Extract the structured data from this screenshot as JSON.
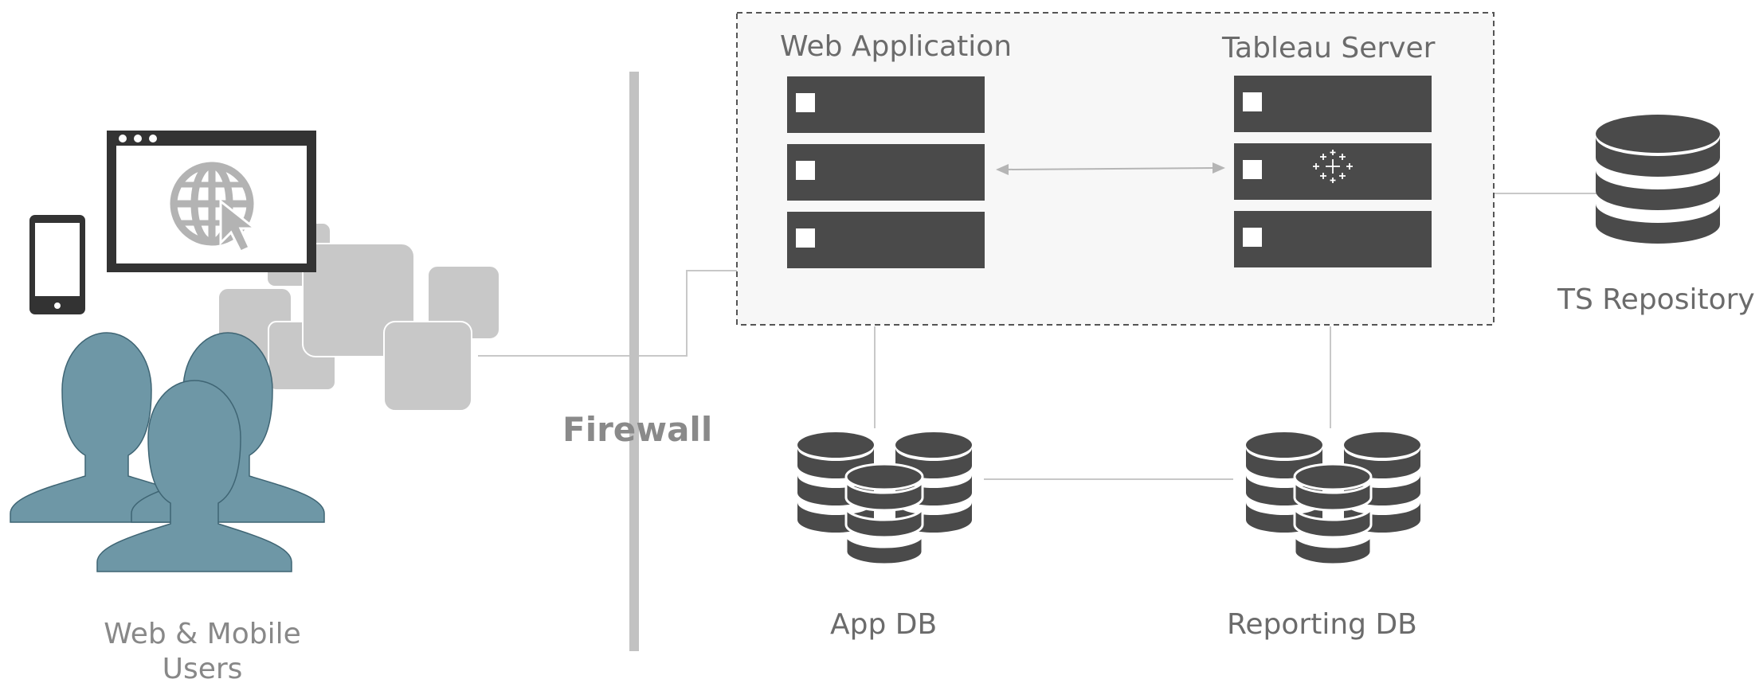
{
  "labels": {
    "web_application": "Web Application",
    "tableau_server": "Tableau Server",
    "ts_repository": "TS Repository",
    "firewall": "Firewall",
    "users_line1": "Web & Mobile",
    "users_line2": "Users",
    "app_db": "App DB",
    "reporting_db": "Reporting DB"
  },
  "colors": {
    "server": "#4a4a4a",
    "users": "#6e97a6",
    "users_outline": "#3f6574",
    "tiles": "#c8c8c8",
    "firewall": "#c2c2c2",
    "connector": "#c8c8c8",
    "box_border": "#555555",
    "box_fill": "#f7f7f7",
    "label": "#6b6b6b",
    "firewall_text": "#8a8a8a"
  },
  "icons": {
    "phone": "phone-icon",
    "browser": "browser-window-icon",
    "globe_cursor": "globe-cursor-icon",
    "tableau_logo": "tableau-logo-icon",
    "database": "database-icon",
    "db_cluster": "database-cluster-icon",
    "users": "users-group-icon"
  }
}
